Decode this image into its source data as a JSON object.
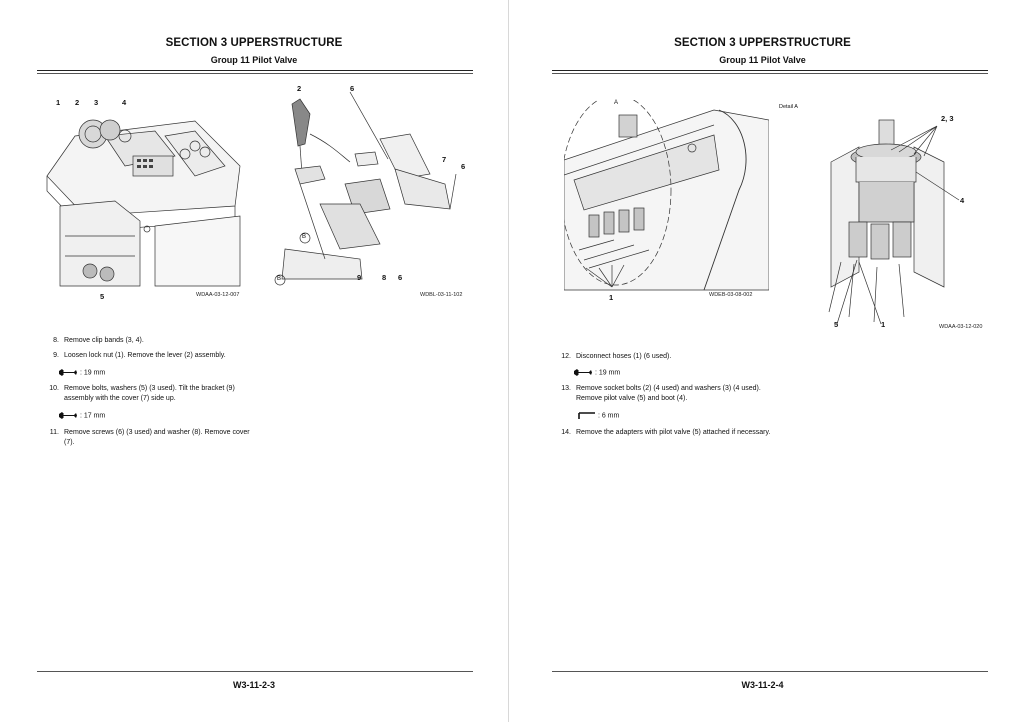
{
  "left_page": {
    "section_title": "SECTION 3 UPPERSTRUCTURE",
    "group_title": "Group 11 Pilot Valve",
    "figure1": {
      "code": "WDAA-03-12-007",
      "callouts": [
        "1",
        "2",
        "3",
        "4",
        "5"
      ]
    },
    "figure2": {
      "code": "WDBL-03-11-102",
      "callouts": [
        "2",
        "6",
        "7",
        "6",
        "9",
        "8",
        "6",
        "B",
        "B"
      ]
    },
    "steps": [
      {
        "num": "8.",
        "text": "Remove clip bands (3, 4)."
      },
      {
        "num": "9.",
        "text": "Loosen lock nut (1). Remove the lever (2) assembly."
      },
      {
        "tool_icon": "wrench-icon",
        "tool_text": ": 19 mm"
      },
      {
        "num": "10.",
        "text": "Remove bolts, washers (5) (3 used). Tilt the bracket (9) assembly with the cover (7) side up."
      },
      {
        "tool_icon": "wrench-icon",
        "tool_text": ": 17 mm"
      },
      {
        "num": "11.",
        "text": "Remove screws (6) (3 used) and washer (8). Remove cover (7)."
      }
    ],
    "footer": "W3-11-2-3"
  },
  "right_page": {
    "section_title": "SECTION 3 UPPERSTRUCTURE",
    "group_title": "Group 11 Pilot Valve",
    "figure1": {
      "code": "WDEB-03-08-002",
      "callouts": [
        "A",
        "1"
      ]
    },
    "figure2": {
      "code": "WDAA-03-12-020",
      "detail_label": "Detail A",
      "callouts": [
        "2, 3",
        "4",
        "5",
        "1"
      ]
    },
    "steps": [
      {
        "num": "12.",
        "text": "Disconnect hoses (1) (6 used)."
      },
      {
        "tool_icon": "wrench-icon",
        "tool_text": ": 19 mm"
      },
      {
        "num": "13.",
        "text": "Remove socket bolts (2) (4 used) and washers (3) (4 used). Remove pilot valve (5) and boot (4)."
      },
      {
        "tool_icon": "hex-key-icon",
        "tool_text": ": 6 mm"
      },
      {
        "num": "14.",
        "text": "Remove the adapters with pilot valve (5) attached if necessary."
      }
    ],
    "footer": "W3-11-2-4"
  },
  "colors": {
    "text": "#111111",
    "rule": "#222222",
    "drawing": "#333333",
    "panel_gray": "#c8c8c8"
  }
}
